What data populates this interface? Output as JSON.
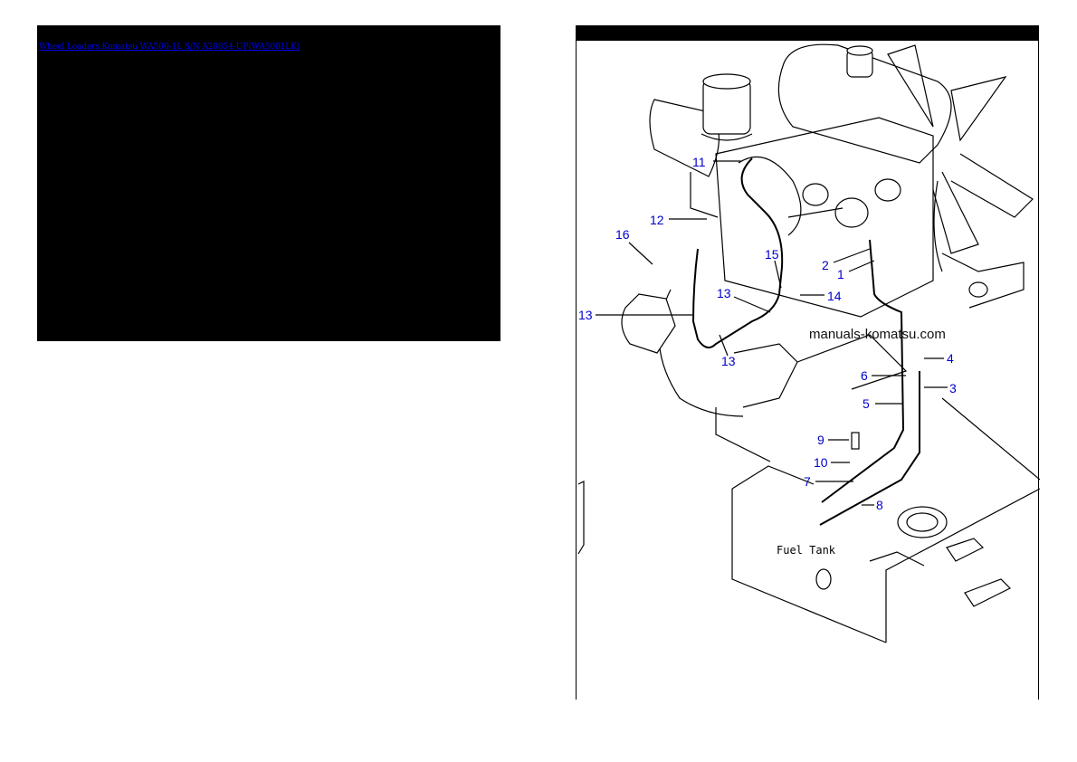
{
  "left_panel": {
    "background": "#000000",
    "title_link": "Wheel Loaders Komatsu WA500-1L S/N A20854-UP(WA5001LK)",
    "link_color": "#0000ee"
  },
  "diagram": {
    "header_color": "#000000",
    "watermark": "manuals-komatsu.com",
    "fuel_tank_label": "Fuel Tank",
    "callout_color": "#0000cc",
    "callouts": [
      {
        "id": "c1",
        "label": "1"
      },
      {
        "id": "c2",
        "label": "2"
      },
      {
        "id": "c3",
        "label": "3"
      },
      {
        "id": "c4",
        "label": "4"
      },
      {
        "id": "c5",
        "label": "5"
      },
      {
        "id": "c6",
        "label": "6"
      },
      {
        "id": "c7",
        "label": "7"
      },
      {
        "id": "c8",
        "label": "8"
      },
      {
        "id": "c9",
        "label": "9"
      },
      {
        "id": "c10",
        "label": "10"
      },
      {
        "id": "c11",
        "label": "11"
      },
      {
        "id": "c12",
        "label": "12"
      },
      {
        "id": "c13a",
        "label": "13"
      },
      {
        "id": "c13b",
        "label": "13"
      },
      {
        "id": "c13c",
        "label": "13"
      },
      {
        "id": "c14",
        "label": "14"
      },
      {
        "id": "c15",
        "label": "15"
      },
      {
        "id": "c16",
        "label": "16"
      }
    ]
  }
}
